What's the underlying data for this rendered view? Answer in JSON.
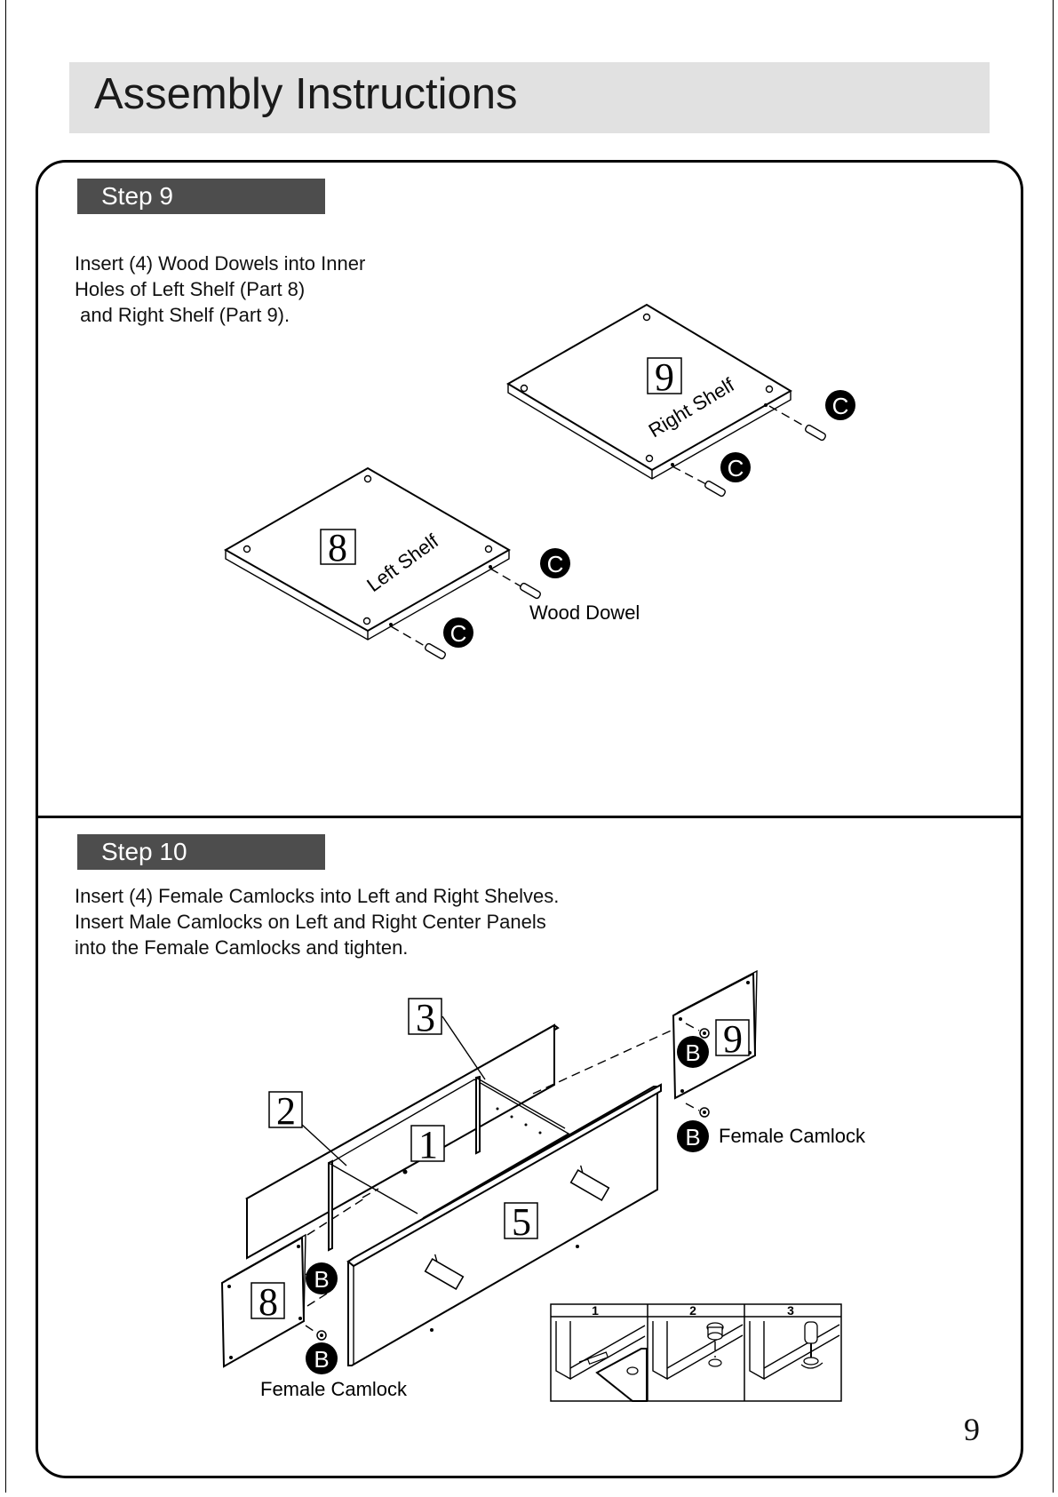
{
  "header": {
    "title": "Assembly Instructions"
  },
  "step9": {
    "label": "Step 9",
    "instructions": [
      "Insert (4) Wood Dowels into Inner",
      "Holes of Left Shelf (Part 8)",
      " and Right Shelf (Part 9)."
    ],
    "right_shelf": {
      "part_number": "9",
      "name": "Right Shelf"
    },
    "left_shelf": {
      "part_number": "8",
      "name": "Left Shelf"
    },
    "hardware_letter": "C",
    "hardware_name": "Wood Dowel"
  },
  "step10": {
    "label": "Step 10",
    "instructions": [
      "Insert (4) Female Camlocks into Left and Right Shelves.",
      "Insert Male Camlocks on Left and Right Center Panels",
      "into the Female Camlocks and tighten."
    ],
    "part_numbers": [
      "3",
      "2",
      "1",
      "5",
      "9",
      "8"
    ],
    "hardware_letter": "B",
    "hardware_name": "Female Camlock",
    "detail_steps": [
      "1",
      "2",
      "3"
    ]
  },
  "page_number": "9"
}
